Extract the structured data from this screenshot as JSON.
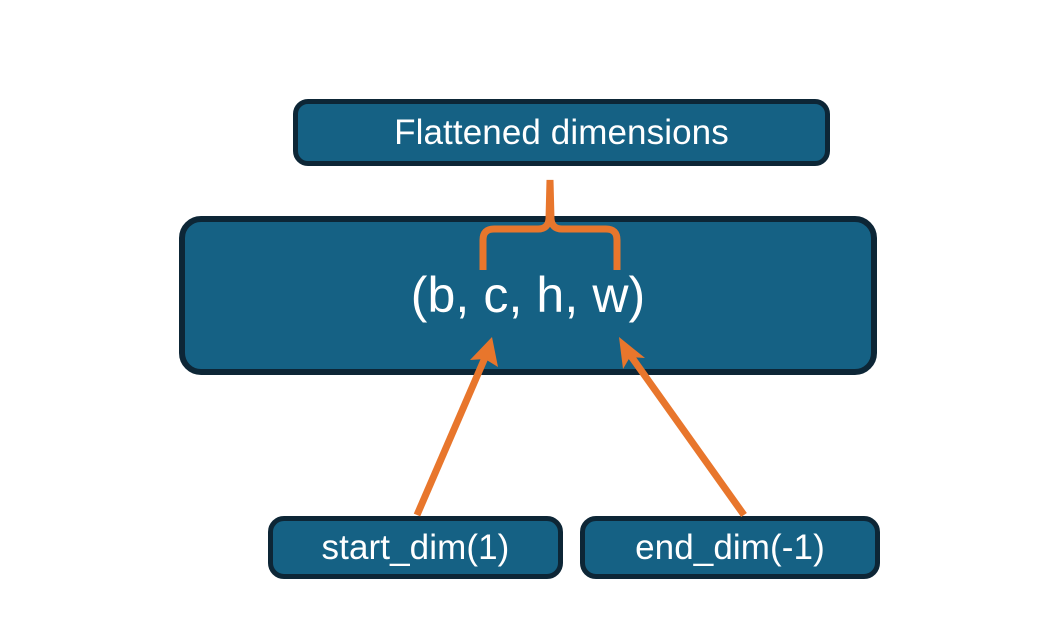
{
  "diagram": {
    "title": "PyTorch flatten start_dim and end_dim illustration",
    "background_color": "#ffffff",
    "palette": {
      "box_fill": "#156184",
      "box_border": "#0d2636",
      "connector": "#E8762C",
      "text": "#ffffff"
    },
    "nodes": {
      "flattened": {
        "label": "Flattened dimensions",
        "role": "annotation-header"
      },
      "shape": {
        "label": "(b, c, h, w)",
        "role": "tensor-shape",
        "dims": [
          "b",
          "c",
          "h",
          "w"
        ]
      },
      "start_dim": {
        "label": "start_dim(1)",
        "role": "parameter",
        "value": 1
      },
      "end_dim": {
        "label": "end_dim(-1)",
        "role": "parameter",
        "value": -1
      }
    },
    "connectors": {
      "brace": {
        "name": "curly-brace-up",
        "from": "shape",
        "to": "flattened",
        "spans_dims": [
          "c",
          "h",
          "w"
        ]
      },
      "arrow_start": {
        "name": "arrow-start-dim",
        "from": "start_dim",
        "to": "shape",
        "points_at_dim": "c"
      },
      "arrow_end": {
        "name": "arrow-end-dim",
        "from": "end_dim",
        "to": "shape",
        "points_at_dim": "w"
      }
    }
  }
}
